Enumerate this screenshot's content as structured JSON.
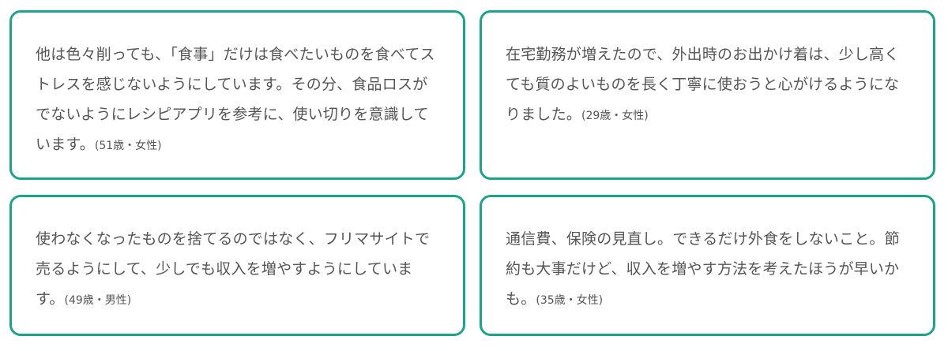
{
  "theme": {
    "border_color": "#1aa58a",
    "text_color": "#555555",
    "background": "#ffffff"
  },
  "comments": [
    {
      "text": "他は色々削っても、「食事」だけは食べたいものを食べてストレスを感じないようにしています。その分、食品ロスがでないようにレシピアプリを参考に、使い切りを意識しています。",
      "attribution": "(51歳・女性)"
    },
    {
      "text": "在宅勤務が増えたので、外出時のお出かけ着は、少し高くても質のよいものを長く丁寧に使おうと心がけるようになりました。",
      "attribution": "(29歳・女性)"
    },
    {
      "text": "使わなくなったものを捨てるのではなく、フリマサイトで売るようにして、少しでも収入を増やすようにしています。",
      "attribution": "(49歳・男性)"
    },
    {
      "text": "通信費、保険の見直し。できるだけ外食をしないこと。節約も大事だけど、収入を増やす方法を考えたほうが早いかも。",
      "attribution": "(35歳・女性)"
    }
  ]
}
